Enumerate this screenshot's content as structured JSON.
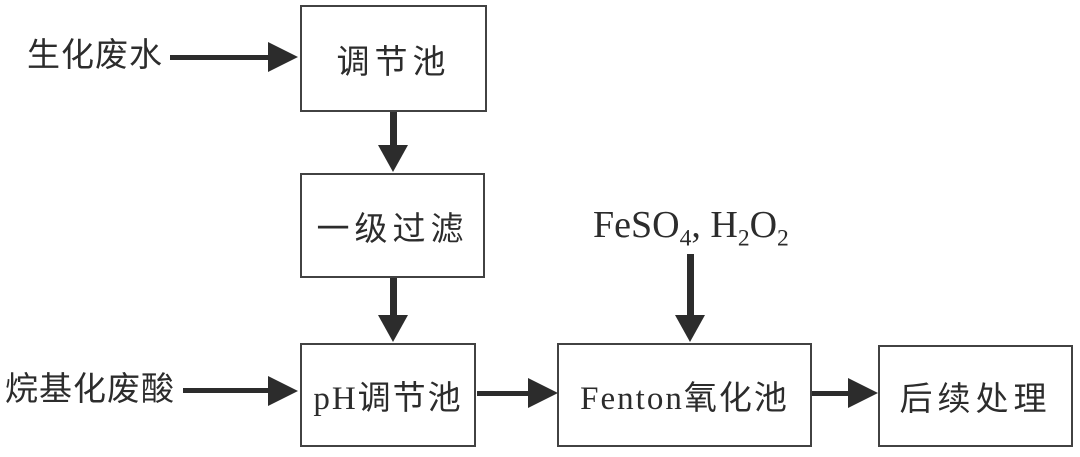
{
  "diagram": {
    "type": "flowchart",
    "background": "#ffffff",
    "ink_color": "#2c2c2c",
    "border_color": "#424242",
    "inputs": {
      "biochemical_wastewater": "生化废水",
      "alkylation_waste_acid": "烷基化废酸",
      "reagent": {
        "p1": "FeSO",
        "s1": "4",
        "p2": ", H",
        "s2": "2",
        "p3": "O",
        "s3": "2"
      }
    },
    "nodes": {
      "regulating_tank": "调节池",
      "primary_filtration": "一级过滤",
      "ph_regulating_tank": "pH调节池",
      "fenton_oxidation_tank": "Fenton氧化池",
      "subsequent_treatment": "后续处理"
    },
    "edges": [
      {
        "from": "生化废水",
        "to": "调节池"
      },
      {
        "from": "调节池",
        "to": "一级过滤"
      },
      {
        "from": "一级过滤",
        "to": "pH调节池"
      },
      {
        "from": "烷基化废酸",
        "to": "pH调节池"
      },
      {
        "from": "FeSO4, H2O2",
        "to": "Fenton氧化池"
      },
      {
        "from": "pH调节池",
        "to": "Fenton氧化池"
      },
      {
        "from": "Fenton氧化池",
        "to": "后续处理"
      }
    ]
  }
}
